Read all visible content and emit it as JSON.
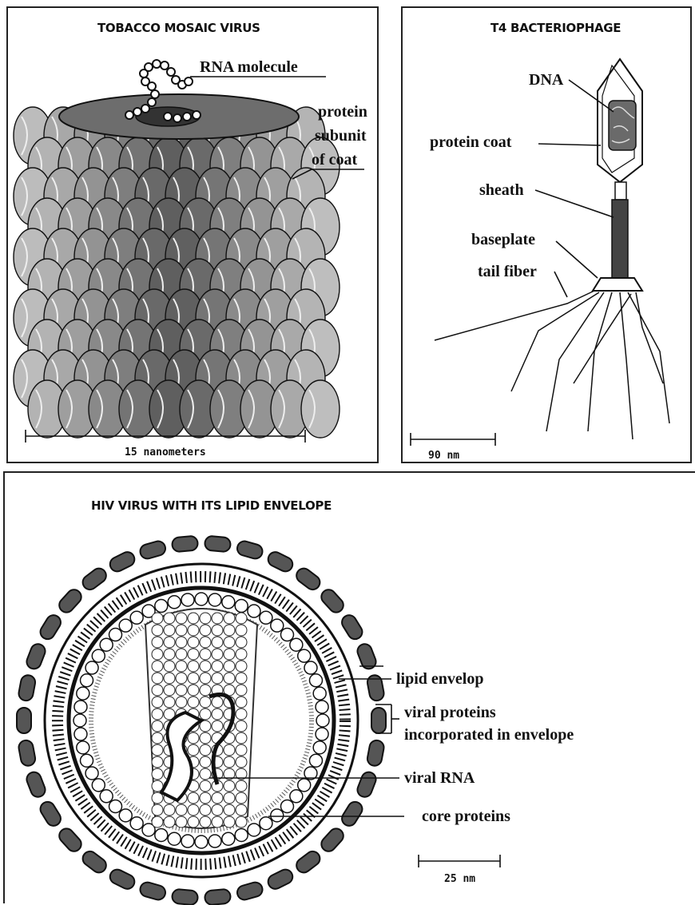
{
  "panels": {
    "tmv": {
      "title": "TOBACCO MOSAIC VIRUS",
      "labels": {
        "rna": "RNA molecule",
        "protein1": "protein",
        "protein2": "subunit",
        "protein3": "of coat"
      },
      "scale": "15 nanometers"
    },
    "t4": {
      "title": "T4 BACTERIOPHAGE",
      "labels": {
        "dna": "DNA",
        "coat": "protein coat",
        "sheath": "sheath",
        "baseplate": "baseplate",
        "fiber": "tail fiber"
      },
      "scale": "90 nm"
    },
    "hiv": {
      "title": "HIV VIRUS WITH ITS LIPID ENVELOPE",
      "labels": {
        "lipid": "lipid envelop",
        "viral1": "viral proteins",
        "viral2": "incorporated in envelope",
        "rna": "viral RNA",
        "core": "core proteins"
      },
      "scale": "25 nm"
    }
  },
  "colors": {
    "ink": "#111111",
    "shade_dark": "#555555",
    "shade_light": "#bdbdbd",
    "background": "#ffffff"
  }
}
